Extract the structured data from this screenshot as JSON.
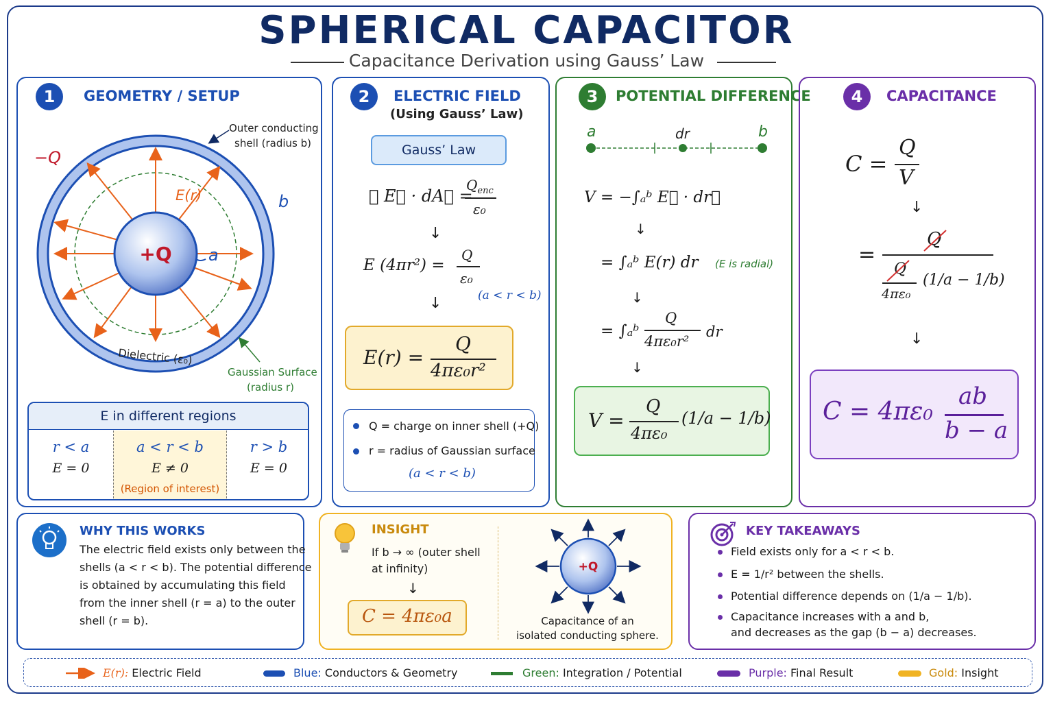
{
  "header": {
    "title": "SPHERICAL CAPACITOR",
    "subtitle": "Capacitance Derivation using Gauss’ Law"
  },
  "panel1": {
    "number": "1",
    "title": "GEOMETRY / SETUP",
    "label_outer_shell_1": "Outer conducting",
    "label_outer_shell_2": "shell (radius b)",
    "label_neg_q": "−Q",
    "label_pos_q": "+Q",
    "label_a": "a",
    "label_b": "b",
    "label_er": "E(r)",
    "label_dielectric": "Dielectric (ε₀)",
    "label_gauss_1": "Gaussian Surface",
    "label_gauss_2": "(radius r)",
    "regions_title": "E in different regions",
    "regions": [
      {
        "range": "r < a",
        "value": "E = 0",
        "note": ""
      },
      {
        "range": "a < r < b",
        "value": "E ≠ 0",
        "note": "(Region of interest)"
      },
      {
        "range": "r > b",
        "value": "E = 0",
        "note": ""
      }
    ]
  },
  "panel2": {
    "number": "2",
    "title": "ELECTRIC FIELD",
    "subtitle": "(Using Gauss’ Law)",
    "badge": "Gauss’ Law",
    "eq1_lhs": "∮ E⃗ · dA⃗ =",
    "eq1_num": "Q",
    "eq1_num_sub": "enc",
    "eq1_den": "ε₀",
    "eq2_lhs": "E (4πr²) =",
    "eq2_num": "Q",
    "eq2_den": "ε₀",
    "eq2_cond": "(a < r < b)",
    "result_lhs": "E(r) =",
    "result_num": "Q",
    "result_den": "4πε₀r²",
    "bullet1": "Q = charge on inner shell (+Q)",
    "bullet2": "r = radius of Gaussian surface",
    "bullet2_cond": "(a < r < b)"
  },
  "panel3": {
    "number": "3",
    "title": "POTENTIAL DIFFERENCE",
    "line_a": "a",
    "line_dr": "dr",
    "line_b": "b",
    "eq1": "V = −∫ₐᵇ E⃗ · dr⃗",
    "eq2": "= ∫ₐᵇ E(r) dr",
    "eq2_note": "(E is radial)",
    "eq3_lhs": "= ∫ₐᵇ",
    "eq3_num": "Q",
    "eq3_den": "4πε₀r²",
    "eq3_tail": "dr",
    "result_lhs": "V =",
    "result_num": "Q",
    "result_den": "4πε₀",
    "result_paren": "(1/a − 1/b)"
  },
  "panel4": {
    "number": "4",
    "title": "CAPACITANCE",
    "eq1_lhs": "C =",
    "eq1_num": "Q",
    "eq1_den": "V",
    "eq2_num": "Q",
    "eq2_den_q": "Q",
    "eq2_den_4pe": "4πε₀",
    "eq2_paren": "(1/a − 1/b)",
    "result_lhs": "C = 4πε₀",
    "result_num": "ab",
    "result_den": "b − a"
  },
  "why": {
    "title": "WHY THIS WORKS",
    "lines": [
      "The electric field exists only between the",
      "shells (a < r < b). The potential difference",
      "is obtained by accumulating this field",
      "from the inner shell (r = a) to the outer",
      "shell (r = b)."
    ]
  },
  "insight": {
    "title": "INSIGHT",
    "line1": "If b → ∞ (outer shell",
    "line2": "at infinity)",
    "result": "C = 4πε₀a",
    "sphere_label": "+Q",
    "caption1": "Capacitance of an",
    "caption2": "isolated conducting sphere."
  },
  "takeaways": {
    "title": "KEY TAKEAWAYS",
    "items": [
      "Field exists only for a < r < b.",
      "E = 1/r² between the shells.",
      "Potential difference depends on (1/a − 1/b).",
      "Capacitance increases with a and b,",
      "and decreases as the gap (b − a) decreases."
    ]
  },
  "legend": {
    "items": [
      {
        "key": "E(r):",
        "text": "Electric Field"
      },
      {
        "key": "Blue:",
        "text": "Conductors & Geometry"
      },
      {
        "key": "Green:",
        "text": "Integration / Potential"
      },
      {
        "key": "Purple:",
        "text": "Final Result"
      },
      {
        "key": "Gold:",
        "text": "Insight"
      }
    ]
  },
  "colors": {
    "navy": "#102a63",
    "blue": "#1c4fb3",
    "orange": "#e8621a",
    "green": "#2e7d32",
    "purple": "#6a2fa8",
    "gold": "#f0b323"
  }
}
